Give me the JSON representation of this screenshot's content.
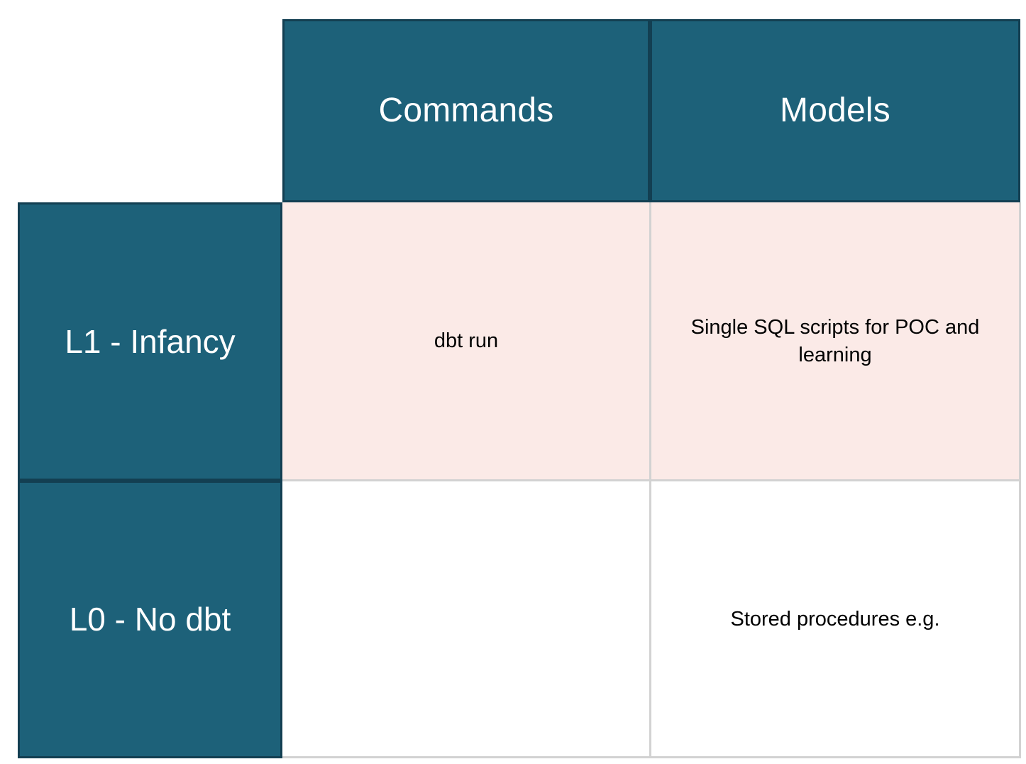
{
  "table": {
    "corner_label": "",
    "columns": [
      {
        "id": "commands",
        "label": "Commands"
      },
      {
        "id": "models",
        "label": "Models"
      }
    ],
    "rows": [
      {
        "id": "l1-infancy",
        "label": "L1 - Infancy",
        "cells": [
          {
            "column": "commands",
            "text": "dbt run"
          },
          {
            "column": "models",
            "text": "Single SQL scripts for POC and learning"
          }
        ]
      },
      {
        "id": "l0-no-dbt",
        "label": "L0 - No dbt",
        "cells": [
          {
            "column": "commands",
            "text": ""
          },
          {
            "column": "models",
            "text": "Stored procedures e.g."
          }
        ]
      }
    ]
  },
  "colors": {
    "header_fill": "#1d6179",
    "header_border": "#133f52",
    "header_text": "#ffffff",
    "row_l1_fill": "#fbeae7",
    "row_l0_fill": "#ffffff",
    "grid_line": "#d2d2d2",
    "body_text": "#000000",
    "page_background": "#ffffff"
  }
}
